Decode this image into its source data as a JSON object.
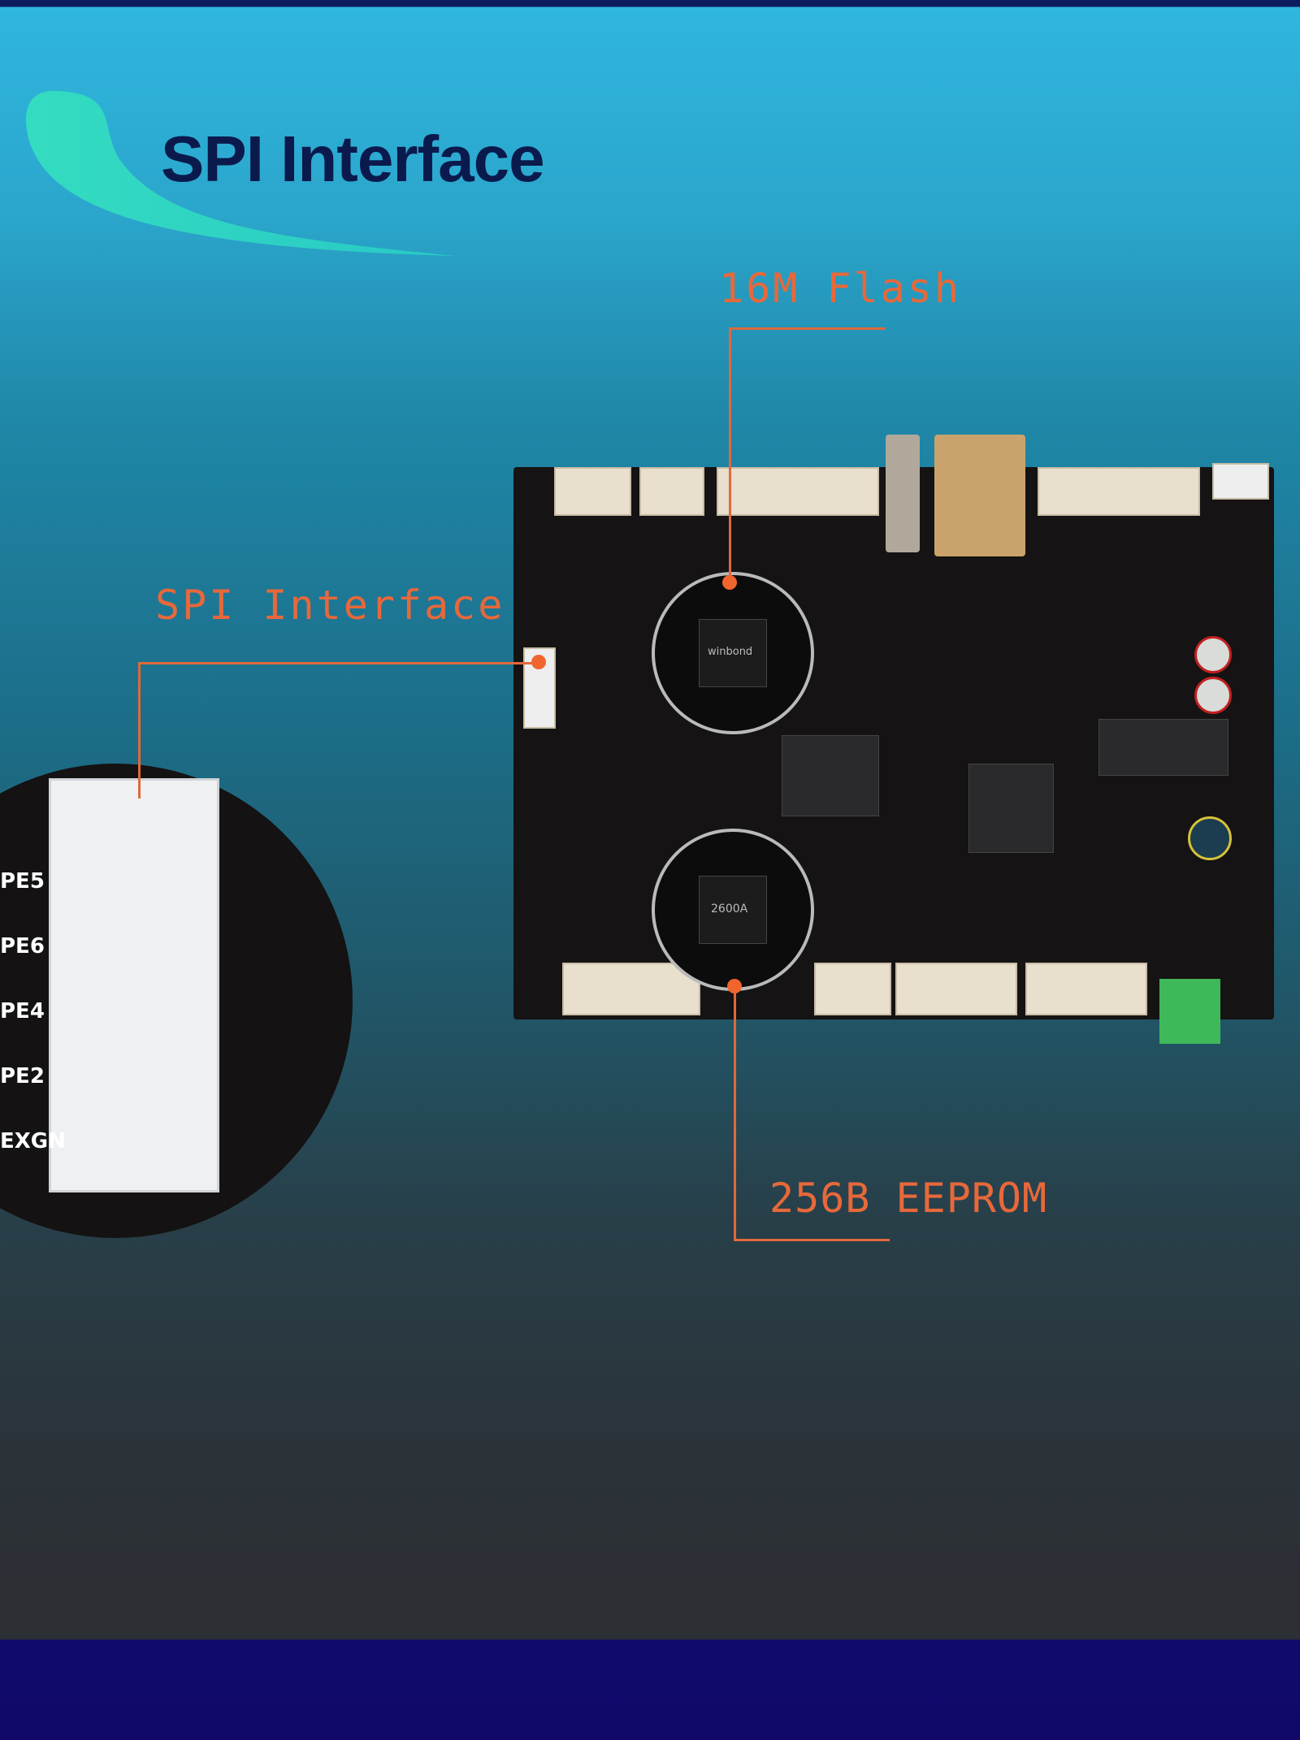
{
  "title": "SPI Interface",
  "callouts": {
    "flash": "16M Flash",
    "spi": "SPI Interface",
    "eeprom": "256B EEPROM"
  },
  "connector_pin_labels": [
    "PE5",
    "PE6",
    "PE4",
    "PE2",
    "EXGN"
  ],
  "chip_markings": {
    "flash_chip": "winbond",
    "eeprom_chip": "2600A"
  },
  "colors": {
    "title": "#0b1a4c",
    "callout": "#e8683a",
    "swoosh": "#2ee0c0",
    "bottom_band": "#10096a"
  }
}
